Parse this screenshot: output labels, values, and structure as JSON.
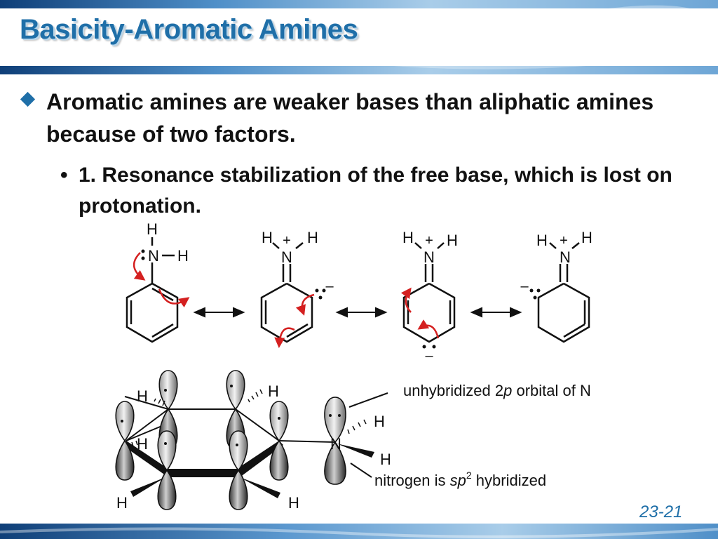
{
  "slide": {
    "title": "Basicity-Aromatic Amines",
    "bullet1": "Aromatic amines are weaker bases than aliphatic amines because of two factors.",
    "bullet2": "1. Resonance stabilization of the free base, which is lost on protonation.",
    "page_number": "23-21"
  },
  "diagram": {
    "atom_H": "H",
    "atom_N": "N",
    "charge_plus": "+",
    "charge_minus": "–",
    "orbital_label_prefix": "unhybridized 2",
    "orbital_label_italic": "p",
    "orbital_label_suffix": " orbital of N",
    "hybrid_label_prefix": "nitrogen is ",
    "hybrid_label_italic": "sp",
    "hybrid_label_sup": "2",
    "hybrid_label_suffix": " hybridized"
  },
  "colors": {
    "title": "#1f6fa8",
    "arrow": "#d42020",
    "band": "#2a6fb0"
  }
}
